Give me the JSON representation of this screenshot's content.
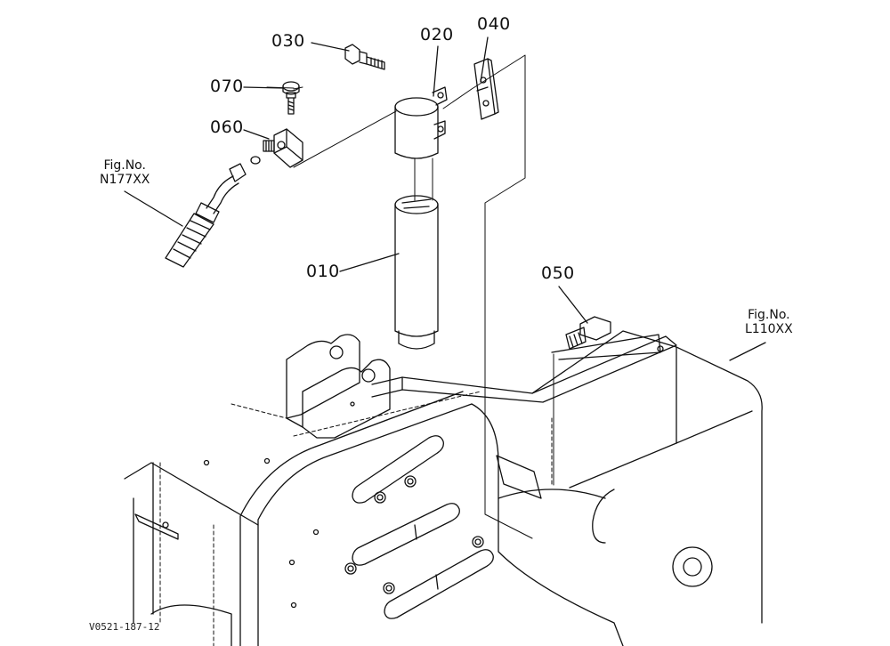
{
  "callouts": {
    "p010": "010",
    "p020": "020",
    "p030": "030",
    "p040": "040",
    "p050": "050",
    "p060": "060",
    "p070": "070"
  },
  "references": {
    "left": {
      "line1": "Fig.No.",
      "line2": "N177XX"
    },
    "right": {
      "line1": "Fig.No.",
      "line2": "L110XX"
    }
  },
  "drawing_id": "V0521-187-12",
  "colors": {
    "line": "#111111",
    "background": "#ffffff"
  }
}
